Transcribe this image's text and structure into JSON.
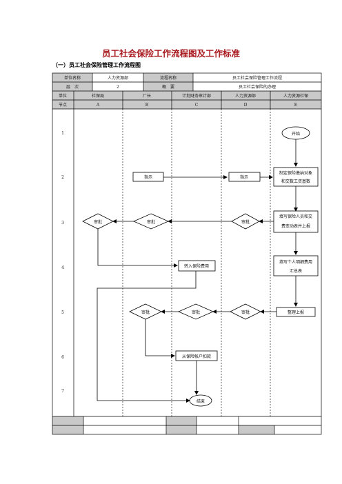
{
  "doc": {
    "title": "员工社会保险工作流程图及工作标准",
    "subtitle": "（一）员工社会保险管理工作流程图"
  },
  "header": {
    "unit_label": "单位名称",
    "unit_value": "人力资源部",
    "process_label": "流程名称",
    "process_value": "员工社会保险管理工作流程",
    "level_label": "层　次",
    "level_value": "2",
    "summary_label": "概　要",
    "summary_value": "员工社会保险的办理",
    "dept_label": "单位",
    "node_label": "节点",
    "columns": [
      {
        "dept": "社保局",
        "code": "A"
      },
      {
        "dept": "厂长",
        "code": "B"
      },
      {
        "dept": "计划财务审计部",
        "code": "C"
      },
      {
        "dept": "人力资源部",
        "code": "D"
      },
      {
        "dept": "人力资源社保",
        "code": "E"
      }
    ]
  },
  "rows": [
    "1",
    "2",
    "3",
    "4",
    "5",
    "6",
    "7"
  ],
  "nodes": {
    "start": "开始",
    "e2_line1": "制定保险缴纳对象",
    "e2_line2": "和交数工资基数",
    "b2": "指示",
    "d2": "指示",
    "e3_line1": "填写保险人员和交",
    "e3_line2": "费变动表并上报",
    "a3": "审批",
    "b3": "审批",
    "d3": "审批",
    "e4_line1": "填写个人明细费用",
    "e4_line2": "汇总表",
    "c4": "转入保险费用",
    "e5": "整理上报",
    "d5": "审批",
    "c5": "审批",
    "b5": "审批",
    "c6": "从保险帐户扣款",
    "end": "结束"
  }
}
